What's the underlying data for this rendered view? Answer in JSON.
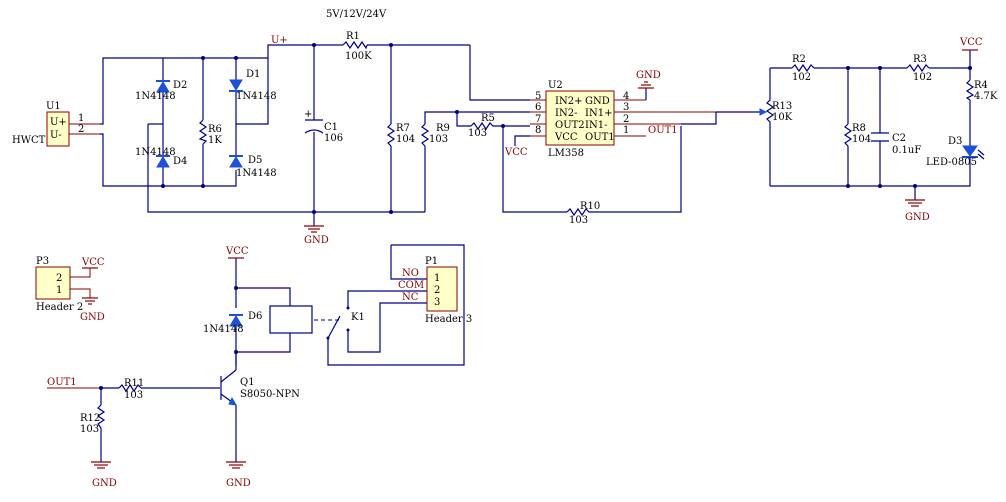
{
  "supply_note": "5V/12V/24V",
  "components": {
    "u1": {
      "ref": "U1",
      "pins": [
        "U+",
        "U-"
      ],
      "pin_numbers": [
        "1",
        "2"
      ],
      "name": "HWCT"
    },
    "d1": {
      "ref": "D1",
      "value": "1N4148"
    },
    "d2": {
      "ref": "D2",
      "value": "1N4148"
    },
    "d4": {
      "ref": "D4",
      "value": "1N4148"
    },
    "d5": {
      "ref": "D5",
      "value": "1N4148"
    },
    "r6": {
      "ref": "R6",
      "value": "1K"
    },
    "r1": {
      "ref": "R1",
      "value": "100K"
    },
    "c1": {
      "ref": "C1",
      "value": "106"
    },
    "r7": {
      "ref": "R7",
      "value": "104"
    },
    "r9": {
      "ref": "R9",
      "value": "103"
    },
    "r5": {
      "ref": "R5",
      "value": "103"
    },
    "r10": {
      "ref": "R10",
      "value": "103"
    },
    "u2": {
      "ref": "U2",
      "name": "LM358",
      "left_pins": [
        "IN2+",
        "IN2-",
        "OUT2",
        "VCC"
      ],
      "right_pins": [
        "GND",
        "IN1+",
        "IN1-",
        "OUT1"
      ],
      "left_numbers": [
        "5",
        "6",
        "7",
        "8"
      ],
      "right_numbers": [
        "4",
        "3",
        "2",
        "1"
      ]
    },
    "r13": {
      "ref": "R13",
      "value": "10K"
    },
    "r2": {
      "ref": "R2",
      "value": "102"
    },
    "r3": {
      "ref": "R3",
      "value": "102"
    },
    "r8": {
      "ref": "R8",
      "value": "104"
    },
    "c2": {
      "ref": "C2",
      "value": "0.1uF"
    },
    "r4": {
      "ref": "R4",
      "value": "4.7K"
    },
    "d3": {
      "ref": "D3",
      "value": "LED-0805"
    },
    "p3": {
      "ref": "P3",
      "name": "Header 2",
      "pin_numbers": [
        "2",
        "1"
      ]
    },
    "d6": {
      "ref": "D6",
      "value": "1N4148"
    },
    "k1": {
      "ref": "K1"
    },
    "p1": {
      "ref": "P1",
      "name": "Header 3",
      "pin_numbers": [
        "1",
        "2",
        "3"
      ],
      "contacts": [
        "NO",
        "COM",
        "NC"
      ]
    },
    "r11": {
      "ref": "R11",
      "value": "103"
    },
    "r12": {
      "ref": "R12",
      "value": "103"
    },
    "q1": {
      "ref": "Q1",
      "value": "S8050-NPN"
    }
  },
  "nets": {
    "u_plus": "U+",
    "gnd": "GND",
    "vcc": "VCC",
    "out1": "OUT1",
    "c1_polarity": "+"
  }
}
